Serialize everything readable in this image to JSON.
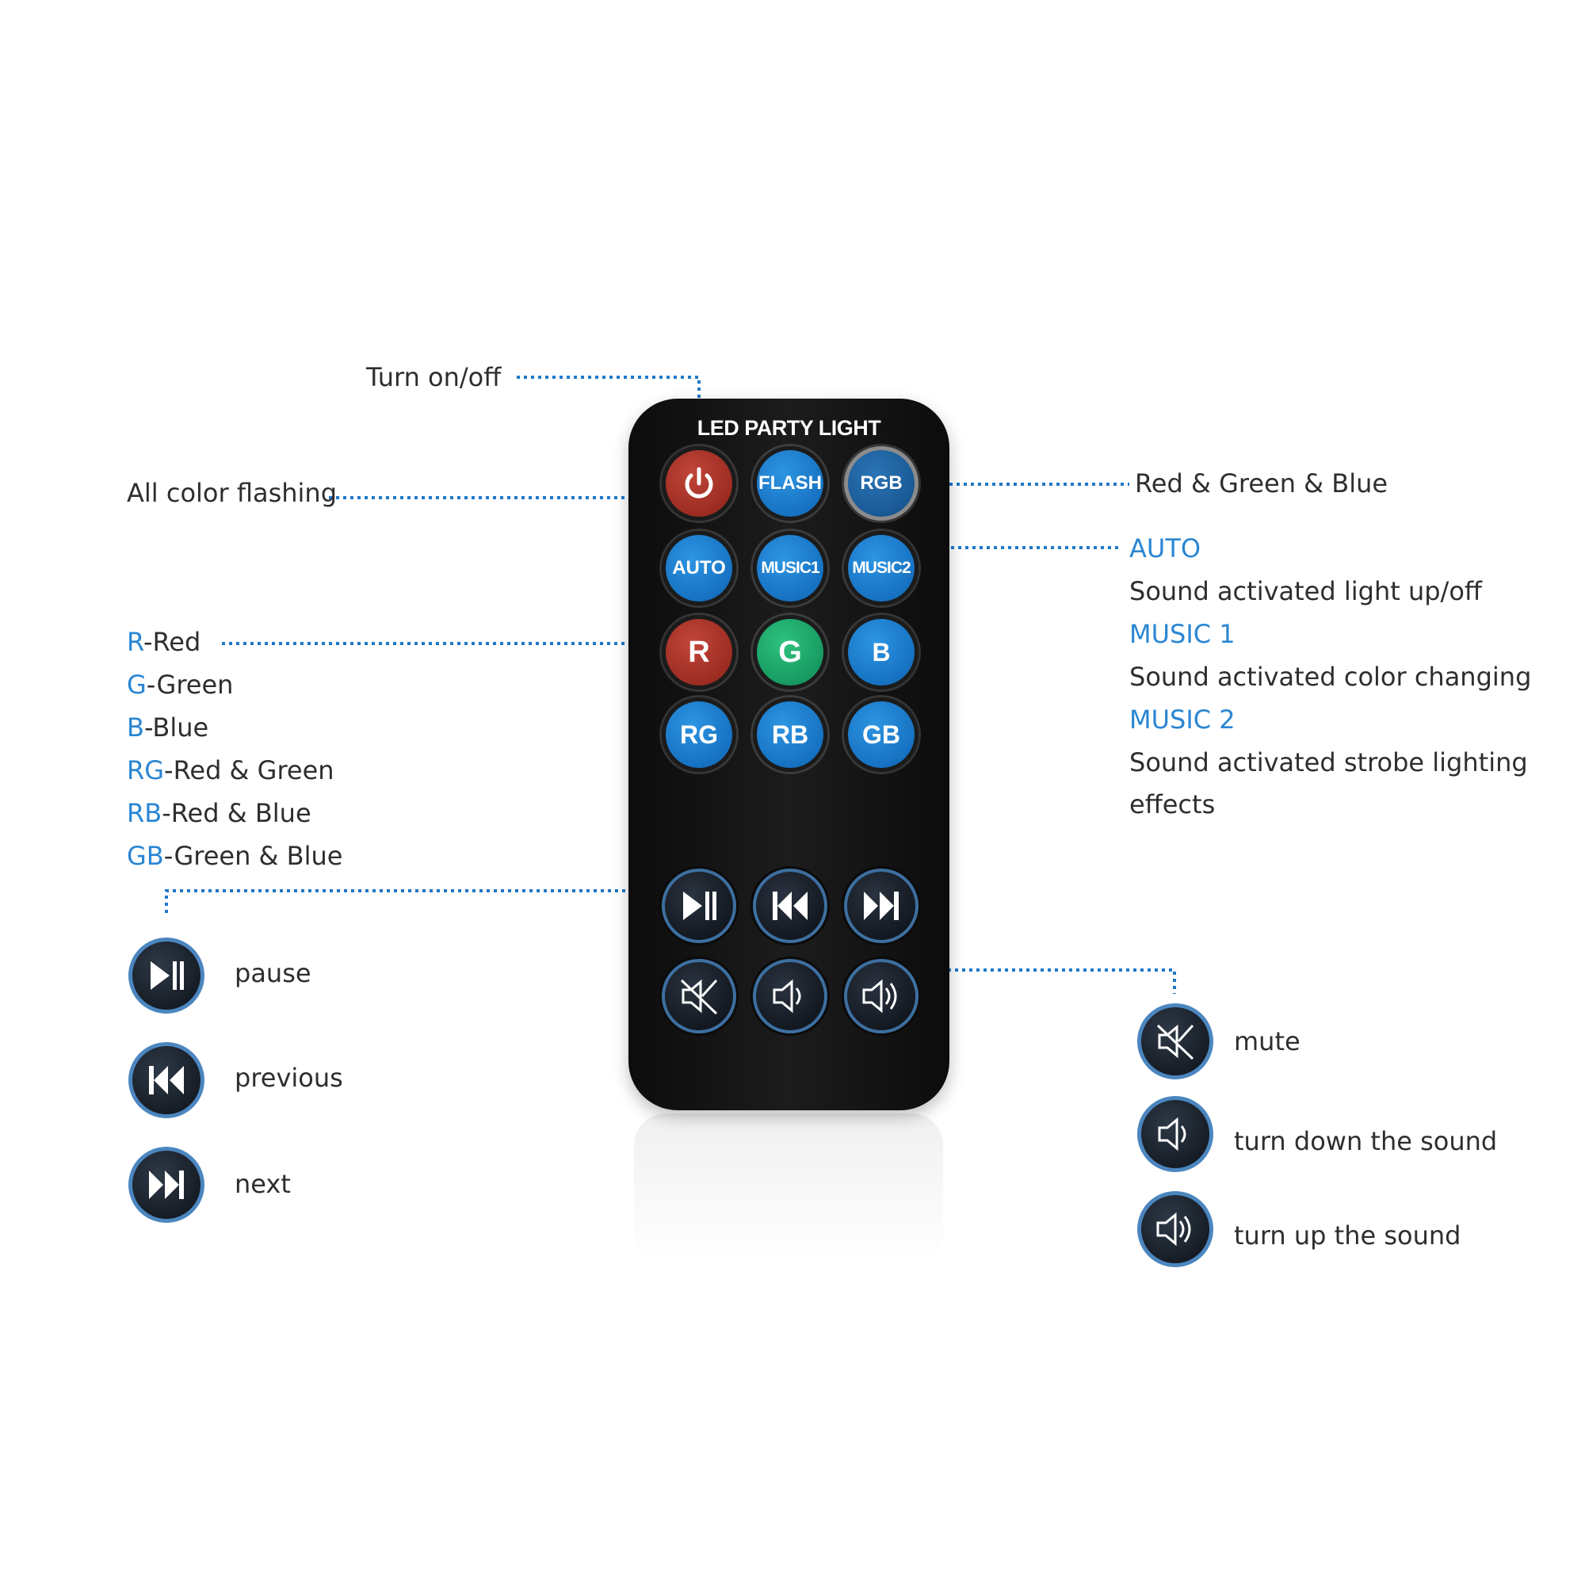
{
  "remote": {
    "title": "LED PARTY LIGHT",
    "buttons": {
      "flash": "FLASH",
      "rgb": "RGB",
      "auto": "AUTO",
      "music1": "MUSIC1",
      "music2": "MUSIC2",
      "r": "R",
      "g": "G",
      "b": "B",
      "rg": "RG",
      "rb": "RB",
      "gb": "GB"
    }
  },
  "labels": {
    "turn_on_off": "Turn on/off",
    "all_color_flashing": "All color flashing",
    "red_green_blue": "Red & Green & Blue",
    "modes": {
      "auto_title": "AUTO",
      "auto_desc": "Sound activated light up/off",
      "music1_title": "MUSIC 1",
      "music1_desc": "Sound activated color changing",
      "music2_title": "MUSIC 2",
      "music2_desc_line1": "Sound activated strobe lighting",
      "music2_desc_line2": "effects"
    },
    "colors": [
      {
        "code": "R",
        "text": "-Red"
      },
      {
        "code": "G",
        "text": "-Green"
      },
      {
        "code": "B",
        "text": "-Blue"
      },
      {
        "code": "RG",
        "text": "-Red & Green"
      },
      {
        "code": "RB",
        "text": "-Red & Blue"
      },
      {
        "code": "GB",
        "text": "-Green & Blue"
      }
    ],
    "playback": {
      "pause": "pause",
      "previous": "previous",
      "next": "next"
    },
    "sound": {
      "mute": "mute",
      "down": "turn down the sound",
      "up": "turn up the sound"
    }
  },
  "colors": {
    "accent_blue": "#2a86d3",
    "leader_line": "#1f78c8",
    "remote_body": "#111111",
    "power_red": "#a8342a",
    "green_button": "#16a366"
  }
}
